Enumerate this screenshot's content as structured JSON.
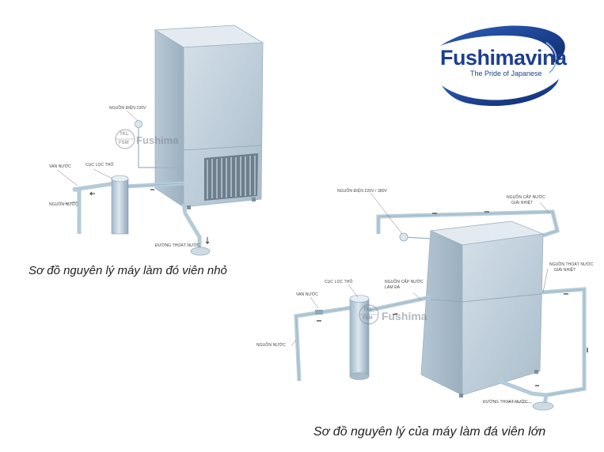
{
  "logo": {
    "name": "Fushimavina",
    "tagline": "The Pride of Japanese",
    "registered": "®",
    "brand_color": "#1d3f8f"
  },
  "diagram_small": {
    "caption": "Sơ đồ nguyên lý máy làm đó viên nhỏ",
    "labels": {
      "power": "NGUỒN ĐIỆN 220V",
      "filter": "CỤC LỌC THÔ",
      "valve": "VAN NƯỚC",
      "water_source": "NGUỒN NƯỚC",
      "drain": "ĐƯỜNG THOÁT NƯỚC"
    },
    "watermark": {
      "badge_top": "TKL",
      "badge_bottom": "FSM",
      "text": "Fushima"
    }
  },
  "diagram_large": {
    "caption": "Sơ đồ nguyên lý của máy làm đá viên lớn",
    "labels": {
      "power": "NGUỒN ĐIỆN 220V / 380V",
      "cooling_supply_1": "NGUỒN CẤP NƯỚC",
      "cooling_supply_2": "GIẢI NHIỆT",
      "cooling_drain_1": "NGUỒN THOÁT NƯỚC",
      "cooling_drain_2": "GIẢI NHIỆT",
      "ice_supply_1": "NGUỒN CẤP NƯỚC",
      "ice_supply_2": "LÀM ĐÁ",
      "filter": "CỤC LỌC THÔ",
      "valve": "VAN NƯỚC",
      "water_source": "NGUỒN NƯỚC",
      "drain": "ĐƯỜNG THOÁT NƯỚC"
    },
    "watermark": {
      "badge_top": "TKL",
      "badge_bottom": "FSM",
      "text": "Fushima"
    }
  },
  "colors": {
    "machine_light": "#c6d4df",
    "machine_mid": "#a9bccb",
    "pipe": "#b5cbd9",
    "pipe_edge": "#8fa7b7"
  }
}
